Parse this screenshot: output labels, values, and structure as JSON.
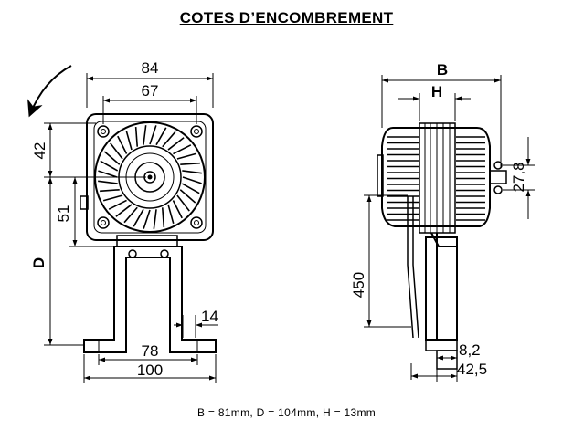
{
  "title": "COTES D’ENCOMBREMENT",
  "caption": "B = 81mm, D = 104mm, H = 13mm",
  "front_view": {
    "width_outer": "84",
    "width_inner": "67",
    "height_top": "42",
    "height_axis": "51",
    "height_total": "D",
    "foot_slot": "14",
    "foot_holes": "78",
    "foot_total": "100"
  },
  "side_view": {
    "depth": "B",
    "core": "H",
    "height_lead": "450",
    "shaft": "27,8",
    "bracket": "8,2",
    "base": "42,5"
  }
}
